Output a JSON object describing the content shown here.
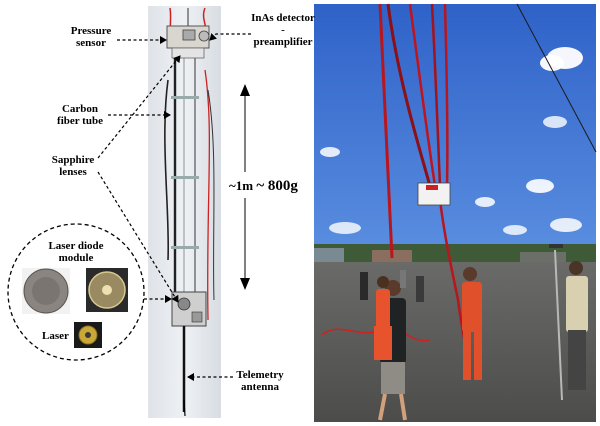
{
  "figure": {
    "left_panel": {
      "labels": {
        "pressure_sensor_line1": "Pressure",
        "pressure_sensor_line2": "sensor",
        "detector_line1": "InAs detector",
        "detector_line2": "-",
        "detector_line3": "preamplifier",
        "carbon_line1": "Carbon",
        "carbon_line2": "fiber tube",
        "sapphire_line1": "Sapphire",
        "sapphire_line2": "lenses",
        "length": "~1m",
        "weight": "~ 800g",
        "laser_module_line1": "Laser diode",
        "laser_module_line2": "module",
        "laser": "Laser",
        "antenna_line1": "Telemetry",
        "antenna_line2": "antenna"
      }
    }
  }
}
